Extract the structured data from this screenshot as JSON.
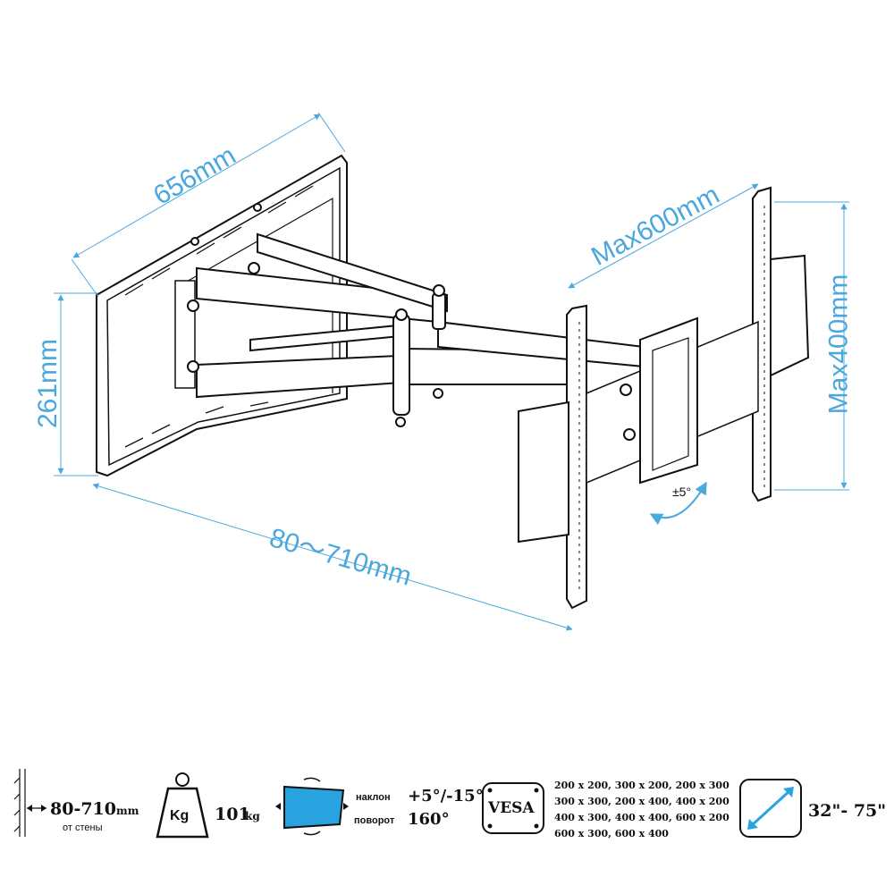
{
  "dimensions": {
    "plate_width": "656mm",
    "plate_height": "261mm",
    "extension": "80～710mm",
    "max_width": "Max600mm",
    "max_height": "Max400mm",
    "rotate_angle": "±5°"
  },
  "specs": {
    "distance_value": "80-710",
    "distance_unit": "mm",
    "distance_caption": "от стены",
    "weight_icon_label": "Kg",
    "weight_value": "101",
    "weight_unit": "kg",
    "tilt_label": "наклон",
    "tilt_value": "+5°/-15°",
    "swivel_label": "поворот",
    "swivel_value": "160°",
    "vesa_label": "VESA",
    "vesa_lines": [
      "200 x 200, 300 x 200, 200 x 300",
      "300 x 300, 200 x 400, 400 x 200",
      "400 x 300, 400 x 400, 600 x 200",
      "600 x 300, 600 x 400"
    ],
    "screen_size": "32\"- 75\""
  },
  "colors": {
    "accent": "#4aa8dc",
    "icon_fill": "#29a3e0",
    "line": "#111111"
  }
}
